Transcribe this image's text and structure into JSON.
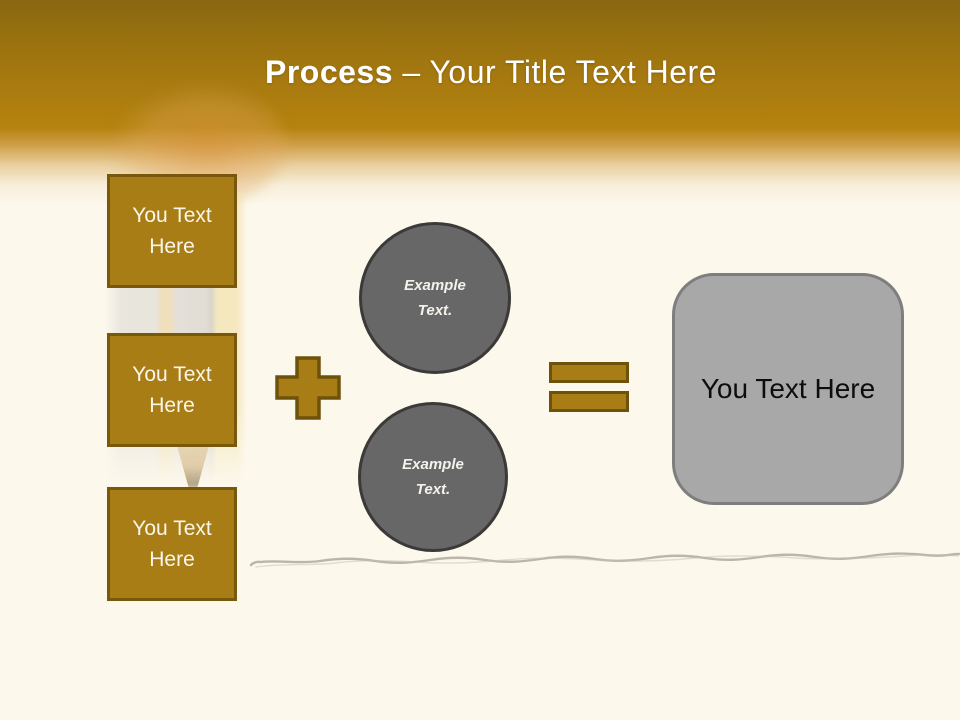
{
  "slide": {
    "title": {
      "keyword": "Process",
      "separator": " – ",
      "rest": "Your Title Text Here"
    },
    "steps": [
      {
        "label": "You Text Here"
      },
      {
        "label": "You Text Here"
      },
      {
        "label": "You Text Here"
      }
    ],
    "examples": [
      {
        "label": "Example Text."
      },
      {
        "label": "Example Text."
      }
    ],
    "result": {
      "label": "You Text Here"
    },
    "colors": {
      "header_top": "#8b6612",
      "header_gold": "#b5830f",
      "background_cream": "#fcf8ec",
      "gold_shape_fill": "#a97d15",
      "gold_shape_border": "#77580d",
      "circle_fill": "#676767",
      "circle_border": "#3b3a38",
      "result_fill": "#a8a8a8",
      "result_border": "#7e7e7e",
      "title_text": "#ffffff",
      "scribble_line": "#b6b2a9"
    }
  }
}
